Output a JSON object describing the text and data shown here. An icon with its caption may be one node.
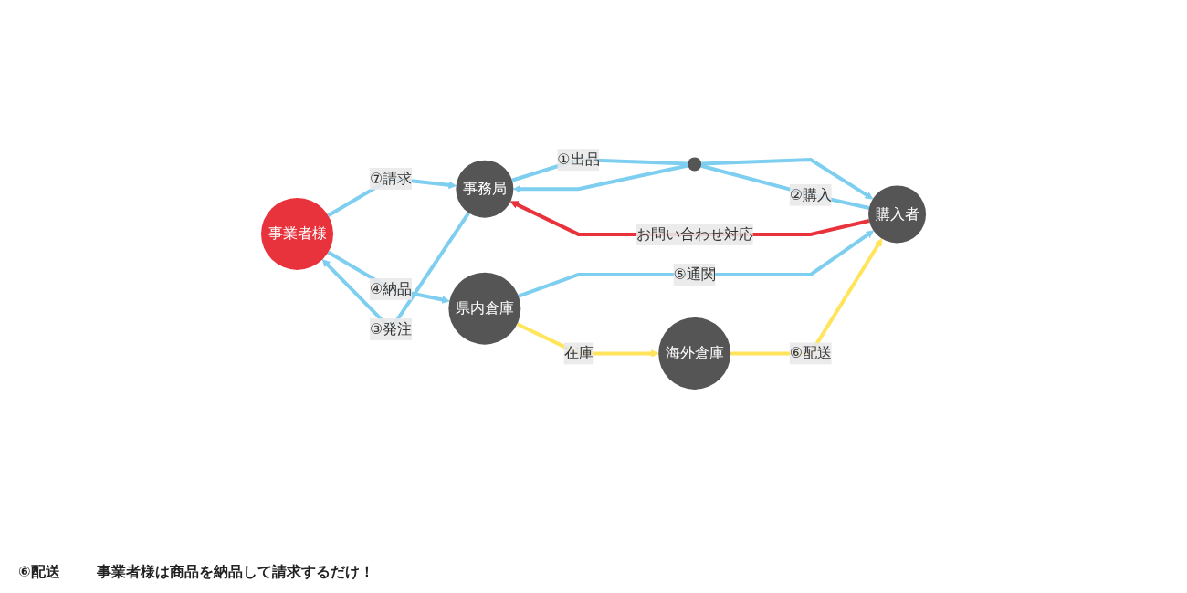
{
  "diagram": {
    "nodes": [
      {
        "text": [
          "事業者様"
        ]
      },
      {
        "text": [
          "事務局"
        ]
      },
      {
        "text": [],
        "shape": "circle"
      },
      {
        "text": [
          "購入者"
        ]
      },
      {
        "text": [
          "県内倉庫"
        ]
      },
      {
        "text": [
          "海外倉庫"
        ]
      }
    ],
    "edges": [
      {
        "from": 3,
        "to": 1,
        "arrow": "to",
        "label": "お問い合わせ対応",
        "color": "#e8323c"
      },
      {
        "from": 1,
        "to": 0,
        "arrow": "to",
        "label": "③発注"
      },
      {
        "from": 0,
        "to": 1,
        "arrow": "to",
        "label": "⑦請求"
      },
      {
        "from": 3,
        "to": 2,
        "arrow": "none",
        "label": "②購入"
      },
      {
        "from": 2,
        "to": 1,
        "arrow": "to"
      },
      {
        "from": 1,
        "to": 2,
        "arrow": "none",
        "label": "①出品"
      },
      {
        "from": 2,
        "to": 3,
        "arrow": "to"
      },
      {
        "from": 0,
        "to": 4,
        "arrow": "to",
        "label": "④納品"
      },
      {
        "from": 4,
        "to": 3,
        "arrow": "to",
        "label": "⑤通関"
      },
      {
        "from": 4,
        "to": 5,
        "arrow": "to",
        "label": "在庫",
        "color": "#ffe45c"
      },
      {
        "from": 5,
        "to": 3,
        "arrow": "to",
        "label": "⑥配送",
        "color": "#ffe45c"
      }
    ],
    "labels": [
      "⑥配送",
      "事業者様は商品を納品して請求するだけ！"
    ]
  }
}
